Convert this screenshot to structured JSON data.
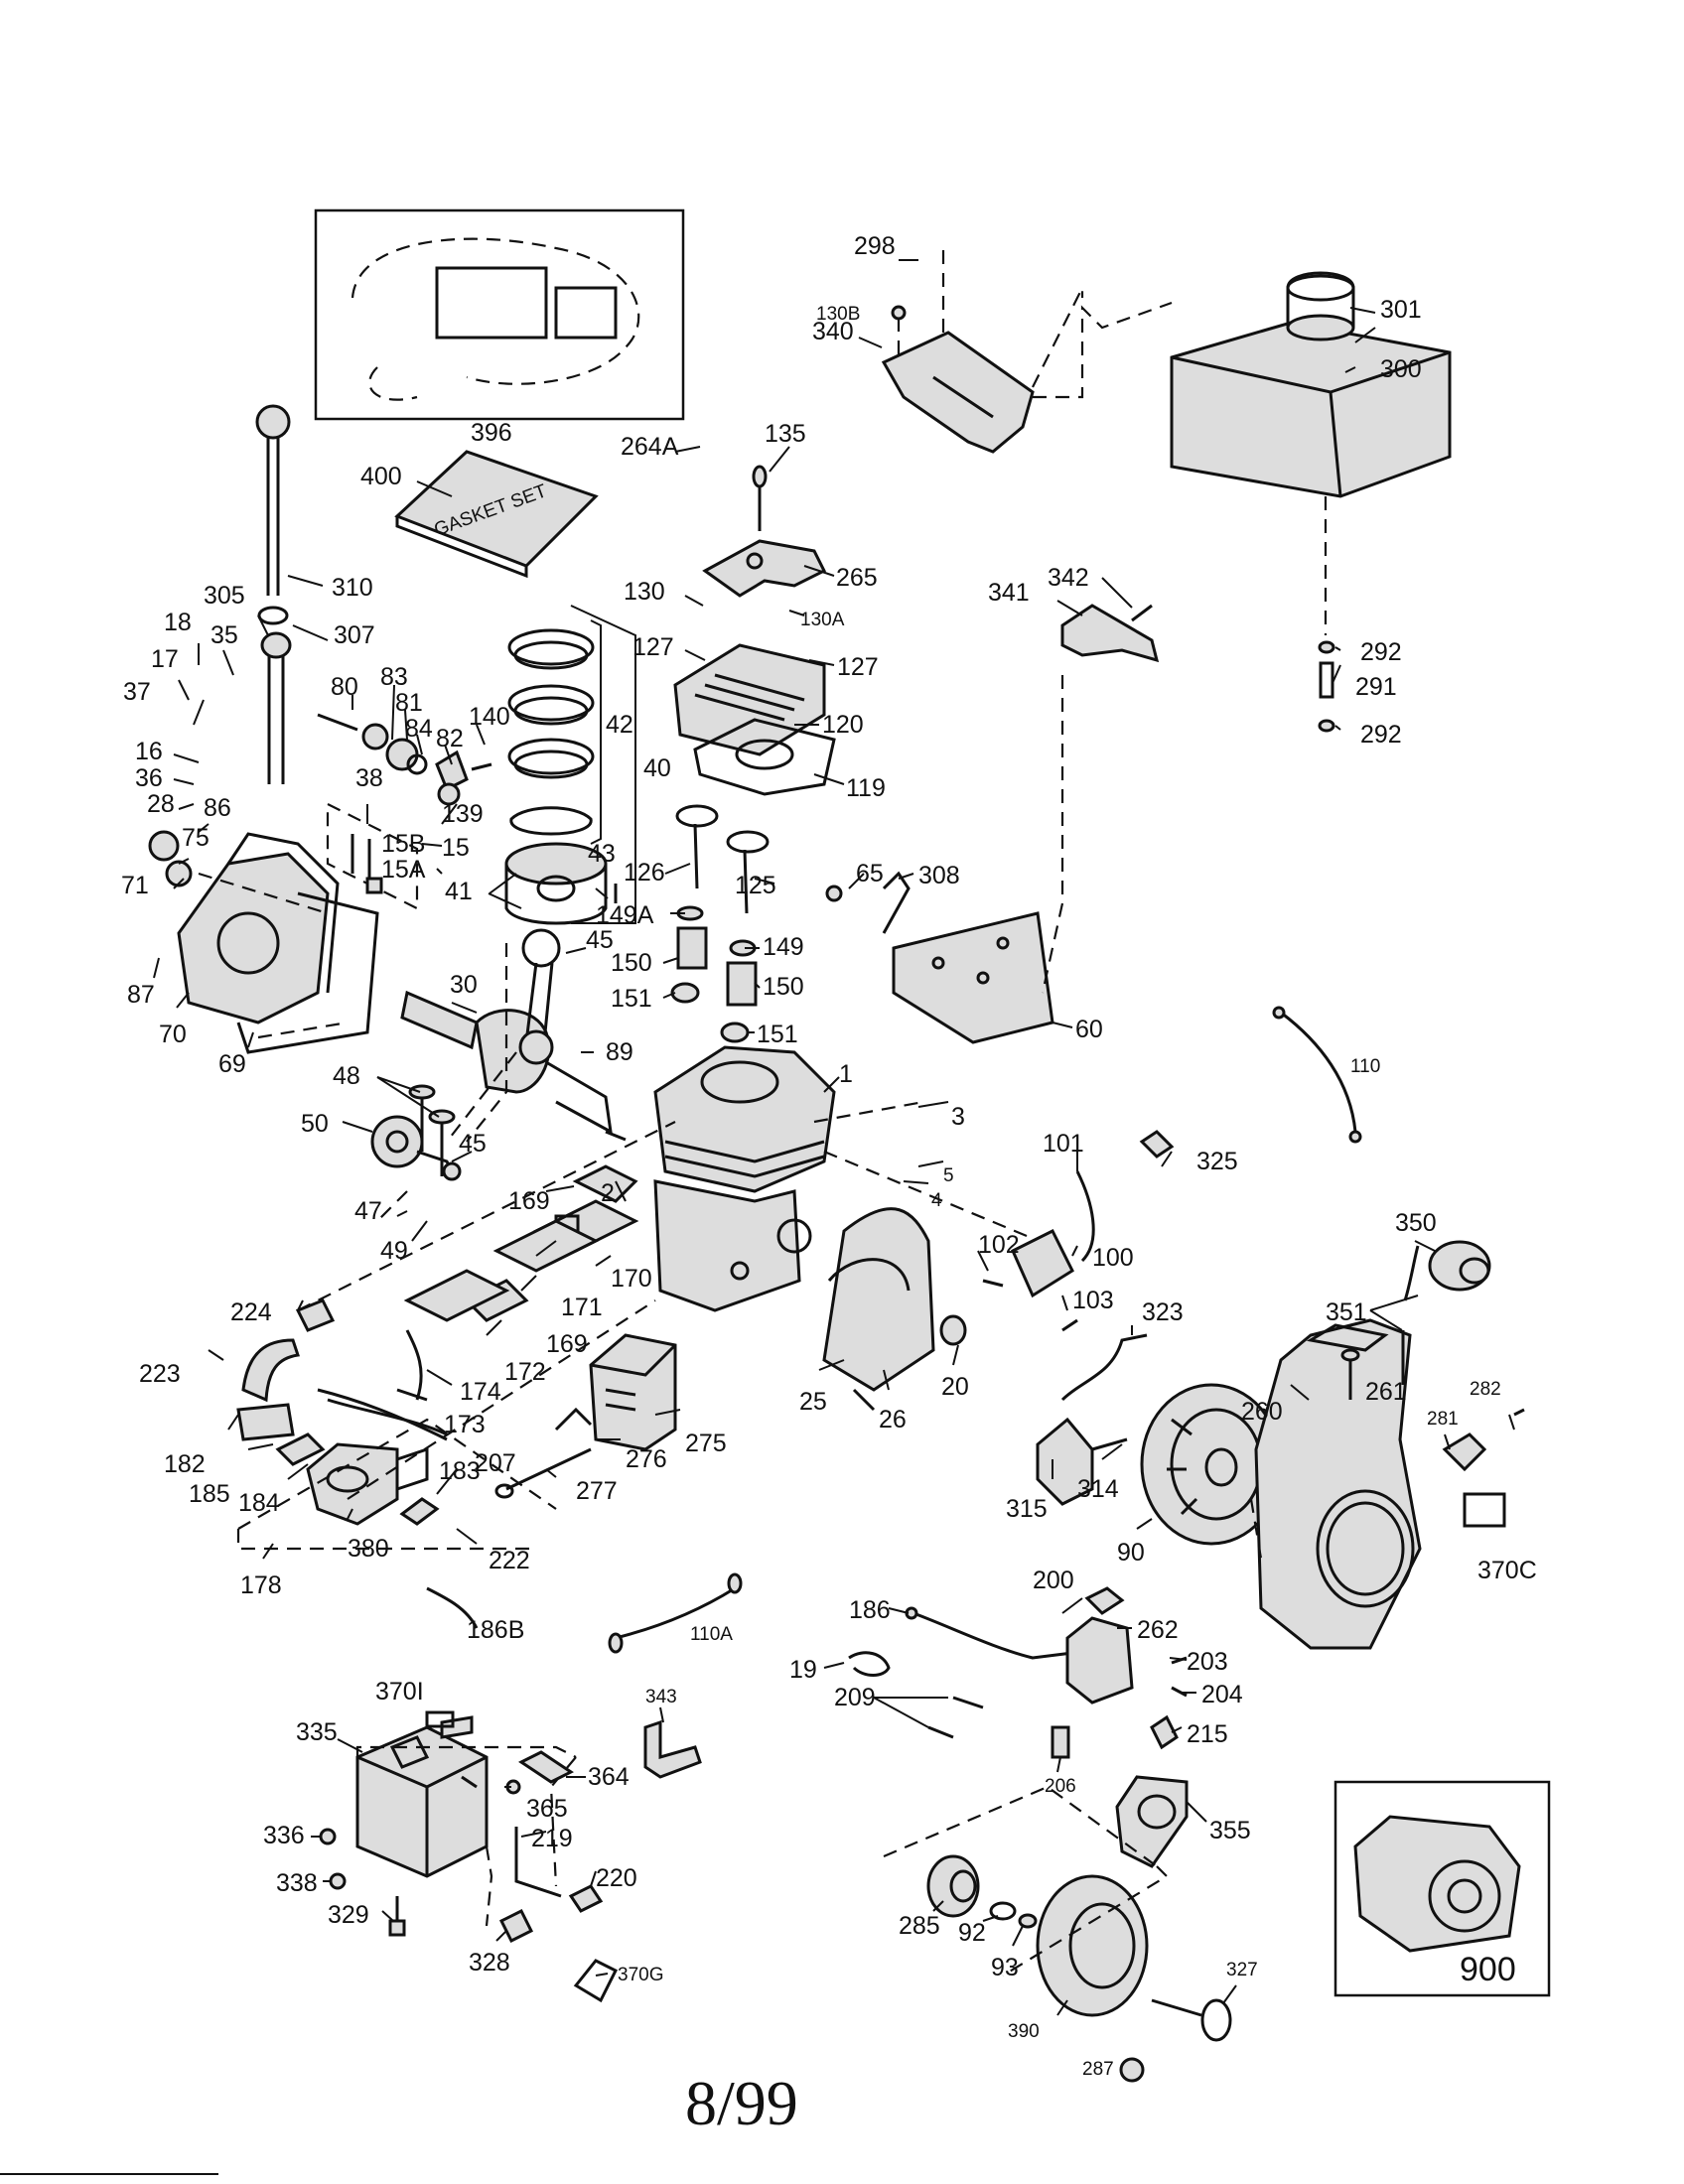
{
  "footer": {
    "page": "8/99"
  },
  "labels": {
    "l396": "396",
    "l400": "400",
    "gasket_set": "GASKET SET",
    "l310": "310",
    "l305": "305",
    "l307": "307",
    "l18": "18",
    "l35": "35",
    "l17": "17",
    "l37": "37",
    "l16": "16",
    "l36": "36",
    "l28": "28",
    "l86": "86",
    "l75": "75",
    "l71": "71",
    "l87": "87",
    "l70": "70",
    "l69": "69",
    "l80": "80",
    "l83": "83",
    "l81": "81",
    "l84": "84",
    "l82": "82",
    "l140": "140",
    "l139": "139",
    "l38": "38",
    "l15B": "15B",
    "l15": "15",
    "l15A": "15A",
    "l42": "42",
    "l40": "40",
    "l41": "41",
    "l43": "43",
    "l30": "30",
    "l45a": "45",
    "l48": "48",
    "l50": "50",
    "l45b": "45",
    "l47": "47",
    "l49": "49",
    "l89": "89",
    "l298": "298",
    "l130B": "130B",
    "l340": "340",
    "l264A": "264A",
    "l135": "135",
    "l265": "265",
    "l130": "130",
    "l130A": "130A",
    "l127a": "127",
    "l127b": "127",
    "l120": "120",
    "l119": "119",
    "l126": "126",
    "l125": "125",
    "l149A": "149A",
    "l149": "149",
    "l150a": "150",
    "l150b": "150",
    "l151a": "151",
    "l151b": "151",
    "l65": "65",
    "l308": "308",
    "l60": "60",
    "l301": "301",
    "l300": "300",
    "l292a": "292",
    "l291": "291",
    "l292b": "292",
    "l341": "341",
    "l342": "342",
    "l110": "110",
    "l325": "325",
    "l1": "1",
    "l3": "3",
    "l5": "5",
    "l4": "4",
    "l169a": "169",
    "l2": "2",
    "l170": "170",
    "l171": "171",
    "l169b": "169",
    "l172": "172",
    "l174": "174",
    "l173": "173",
    "l207": "207",
    "l224": "224",
    "l223": "223",
    "l182": "182",
    "l185": "185",
    "l184": "184",
    "l380": "380",
    "l183": "183",
    "l222": "222",
    "l178": "178",
    "l186B": "186B",
    "l275": "275",
    "l276": "276",
    "l277": "277",
    "l25": "25",
    "l26": "26",
    "l20": "20",
    "l101": "101",
    "l102": "102",
    "l100": "100",
    "l103": "103",
    "l323": "323",
    "l315": "315",
    "l314": "314",
    "l90": "90",
    "l350": "350",
    "l351": "351",
    "l260": "260",
    "l261": "261",
    "l282": "282",
    "l281": "281",
    "l370C": "370C",
    "l110A": "110A",
    "l200": "200",
    "l186": "186",
    "l262": "262",
    "l19": "19",
    "l203": "203",
    "l209": "209",
    "l204": "204",
    "l215": "215",
    "l206": "206",
    "l343": "343",
    "l370I": "370I",
    "l335": "335",
    "l364": "364",
    "l365": "365",
    "l336": "336",
    "l219": "219",
    "l220": "220",
    "l338": "338",
    "l329": "329",
    "l328": "328",
    "l370G": "370G",
    "l355": "355",
    "l285": "285",
    "l92": "92",
    "l93": "93",
    "l390": "390",
    "l287": "287",
    "l327": "327",
    "l900": "900"
  }
}
